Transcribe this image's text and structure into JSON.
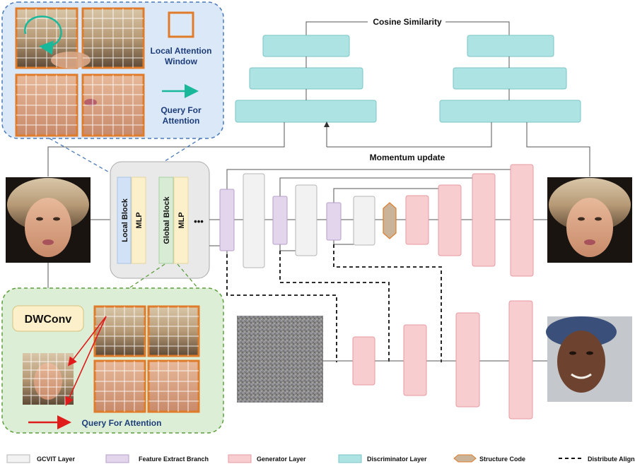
{
  "top": {
    "cosine_label": "Cosine Similarity",
    "momentum_label": "Momentum update"
  },
  "local_panel": {
    "window_label_line1": "Local Attention",
    "window_label_line2": "Window",
    "query_label_line1": "Query For",
    "query_label_line2": "Attention"
  },
  "gcvit": {
    "local_block": "Local Block",
    "mlp_1": "MLP",
    "global_block": "Global Block",
    "mlp_2": "MLP",
    "ellipsis": "•••"
  },
  "global_panel": {
    "dwconv": "DWConv",
    "query_label": "Query For Attention"
  },
  "legend": [
    {
      "label": "GCVIT Layer",
      "color": "#f2f2f2"
    },
    {
      "label": "Feature Extract Branch",
      "color": "#e3d6ec"
    },
    {
      "label": "Generator Layer",
      "color": "#f8cdd0"
    },
    {
      "label": "Discriminator Layer",
      "color": "#aee3e3"
    },
    {
      "label": "Structure Code",
      "color": "#c9b49a"
    },
    {
      "label": "Distribute Align",
      "color": "#000000"
    }
  ],
  "colors": {
    "gcvit": "#f2f2f2",
    "feature": "#e3d6ec",
    "generator": "#f8cdd0",
    "discriminator": "#aee3e3",
    "local_panel_bg": "#dbe8f8",
    "global_panel_bg": "#dcefd6",
    "window_border": "#e07b2a",
    "query_arrow_teal": "#1ab89a",
    "query_arrow_red": "#e01b1b"
  }
}
